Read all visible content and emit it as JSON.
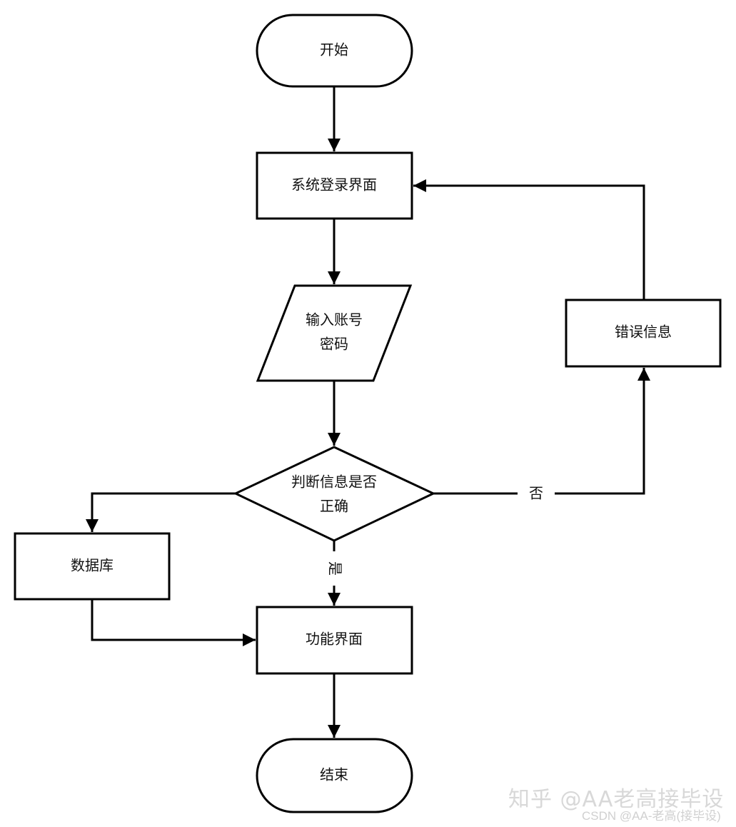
{
  "nodes": {
    "start": "开始",
    "login": "系统登录界面",
    "input_line1": "输入账号",
    "input_line2": "密码",
    "decision_line1": "判断信息是否",
    "decision_line2": "正确",
    "error": "错误信息",
    "database": "数据库",
    "function": "功能界面",
    "end": "结束"
  },
  "edges": {
    "no_label": "否",
    "yes_label": "是"
  },
  "watermark": {
    "line1": "知乎 @AA老高接毕设",
    "line2": "CSDN @AA-老高(接毕设)"
  }
}
